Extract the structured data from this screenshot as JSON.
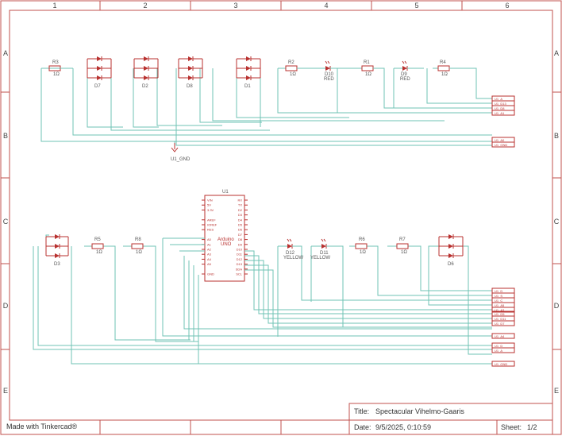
{
  "columns": [
    "1",
    "2",
    "3",
    "4",
    "5",
    "6"
  ],
  "rows": [
    "A",
    "B",
    "C",
    "D",
    "E"
  ],
  "top_components": [
    {
      "ref": "R3",
      "value": "1Ω",
      "kind": "resistor"
    },
    {
      "ref": "D7",
      "value": "",
      "kind": "led-array"
    },
    {
      "ref": "D2",
      "value": "",
      "kind": "led-array"
    },
    {
      "ref": "D8",
      "value": "",
      "kind": "led-array"
    },
    {
      "ref": "D1",
      "value": "",
      "kind": "led-array"
    },
    {
      "ref": "R2",
      "value": "1Ω",
      "kind": "resistor"
    },
    {
      "ref": "D10",
      "value": "RED",
      "kind": "led"
    },
    {
      "ref": "R1",
      "value": "1Ω",
      "kind": "resistor"
    },
    {
      "ref": "D9",
      "value": "RED",
      "kind": "led"
    },
    {
      "ref": "R4",
      "value": "1Ω",
      "kind": "resistor"
    }
  ],
  "bottom_components": [
    {
      "ref": "D3",
      "value": "",
      "kind": "led-array"
    },
    {
      "ref": "R5",
      "value": "1Ω",
      "kind": "resistor"
    },
    {
      "ref": "R8",
      "value": "1Ω",
      "kind": "resistor"
    },
    {
      "ref": "D12",
      "value": "YELLOW",
      "kind": "led"
    },
    {
      "ref": "D11",
      "value": "YELLOW",
      "kind": "led"
    },
    {
      "ref": "R6",
      "value": "1Ω",
      "kind": "resistor"
    },
    {
      "ref": "R7",
      "value": "1Ω",
      "kind": "resistor"
    },
    {
      "ref": "D6",
      "value": "",
      "kind": "led-array"
    }
  ],
  "arduino": {
    "ref": "U1",
    "name_line1": "Arduino",
    "name_line2": "UNO",
    "left_pins": [
      "VIN",
      "5V",
      "3.3V",
      "",
      "AREF",
      "IOREF",
      "RES",
      "",
      "A0",
      "A1",
      "A2",
      "A3",
      "A4",
      "A5",
      "",
      "GND"
    ],
    "right_pins": [
      "RX",
      "TX",
      "D2",
      "D3",
      "D4",
      "D5",
      "D6",
      "D7",
      "D8",
      "D9",
      "D10",
      "D11",
      "D12",
      "D13",
      "SDA",
      "SCL"
    ]
  },
  "ground_label": "U1_GND",
  "top_nets": [
    "U1_A",
    "U1_D13",
    "U1_D8",
    "U1_A1",
    "U1_A0",
    "U1_GND"
  ],
  "bottom_nets": [
    "U1_D",
    "U1_S",
    "U1_C",
    "U1_A5",
    "U1_A3",
    "U1_D5",
    "U1_D11",
    "U1_D7",
    "U1_A4",
    "U1_D",
    "U1_A",
    "U1_GND"
  ],
  "title_block": {
    "title_label": "Title:",
    "title": "Spectacular Vihelmo-Gaaris",
    "date_label": "Date:",
    "date": "9/5/2025, 0:10:59",
    "sheet_label": "Sheet:",
    "sheet": "1/2"
  },
  "made_with": "Made with Tinkercad®"
}
